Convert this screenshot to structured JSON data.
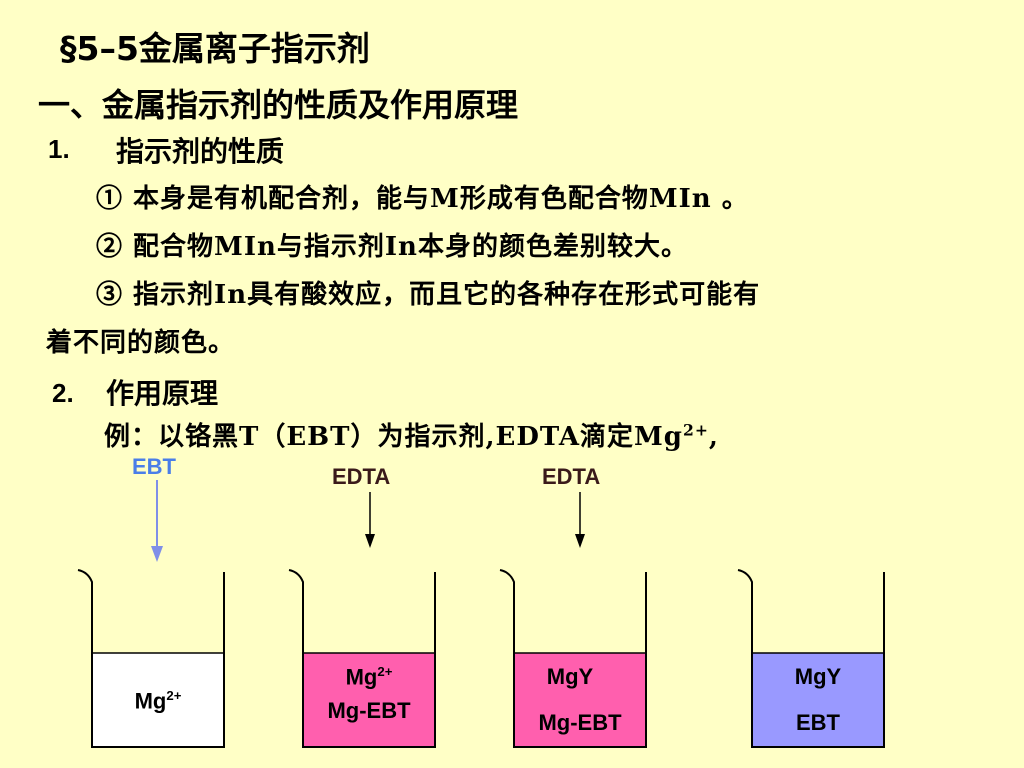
{
  "title": "§5–5金属离子指示剂",
  "section1": {
    "heading": "一、金属指示剂的性质及作用原理",
    "item1": {
      "num": "1.",
      "label": "指示剂的性质"
    },
    "points": [
      "① 本身是有机配合剂，能与M形成有色配合物MIn 。",
      "② 配合物MIn与指示剂In本身的颜色差别较大。",
      "③ 指示剂In具有酸效应，而且它的各种存在形式可能有",
      "着不同的颜色。"
    ],
    "item2": {
      "num": "2.",
      "label": "作用原理"
    },
    "example": "例：以铬黑T（EBT）为指示剂,EDTA滴定Mg",
    "example_sup": "2+",
    "example_end": ","
  },
  "diagram": {
    "arrows": [
      {
        "label": "EBT",
        "color": "#4a7ee8"
      },
      {
        "label": "EDTA",
        "color": "#000000"
      },
      {
        "label": "EDTA",
        "color": "#000000"
      }
    ],
    "beakers": [
      {
        "fill": "#ffffff",
        "line1": "Mg",
        "line1_sup": "2+",
        "line2": ""
      },
      {
        "fill": "#ff5fae",
        "line1": "Mg",
        "line1_sup": "2+",
        "line2": "Mg-EBT"
      },
      {
        "fill": "#ff5fae",
        "line1": "MgY",
        "line1_sup": "",
        "line2": "Mg-EBT"
      },
      {
        "fill": "#9999ff",
        "line1": "MgY",
        "line1_sup": "",
        "line2": "EBT"
      }
    ]
  }
}
